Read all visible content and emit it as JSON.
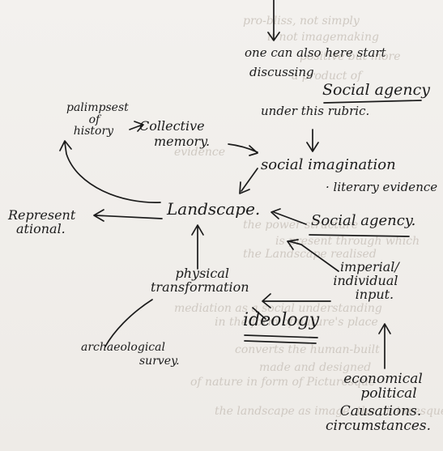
{
  "bleed_through": [
    "pro-bliss, not simply",
    "it not imagemaking",
    "positive but more",
    "a product of",
    "evidence",
    "the power structure",
    "is present through which",
    "the Landscape realised",
    "mediation as a social understanding",
    "in the form of nature's place",
    "converts the human-built",
    "made and designed",
    "of nature in form of Picturesque",
    "the landscape as image, the picturesque"
  ],
  "nodes": {
    "top_note": [
      "one can also here start",
      "discussing"
    ],
    "social_agency_title": "Social agency",
    "rubric": "under this rubric.",
    "palimpsest": [
      "palimpsest",
      "of",
      "history"
    ],
    "collective": [
      "Collective",
      "memory."
    ],
    "social_imagination": "social imagination",
    "literary_evidence": "· literary evidence",
    "landscape": "Landscape.",
    "representational": [
      "Represent",
      "ational."
    ],
    "social_agency": "Social agency.",
    "imperial": [
      "imperial/",
      "individual",
      "input."
    ],
    "physical": [
      "physical",
      "transformation"
    ],
    "ideology": "ideology",
    "archaeological": [
      "archaeological",
      "survey."
    ],
    "causations": [
      "economical",
      "political",
      "Causations.",
      "circumstances."
    ]
  }
}
